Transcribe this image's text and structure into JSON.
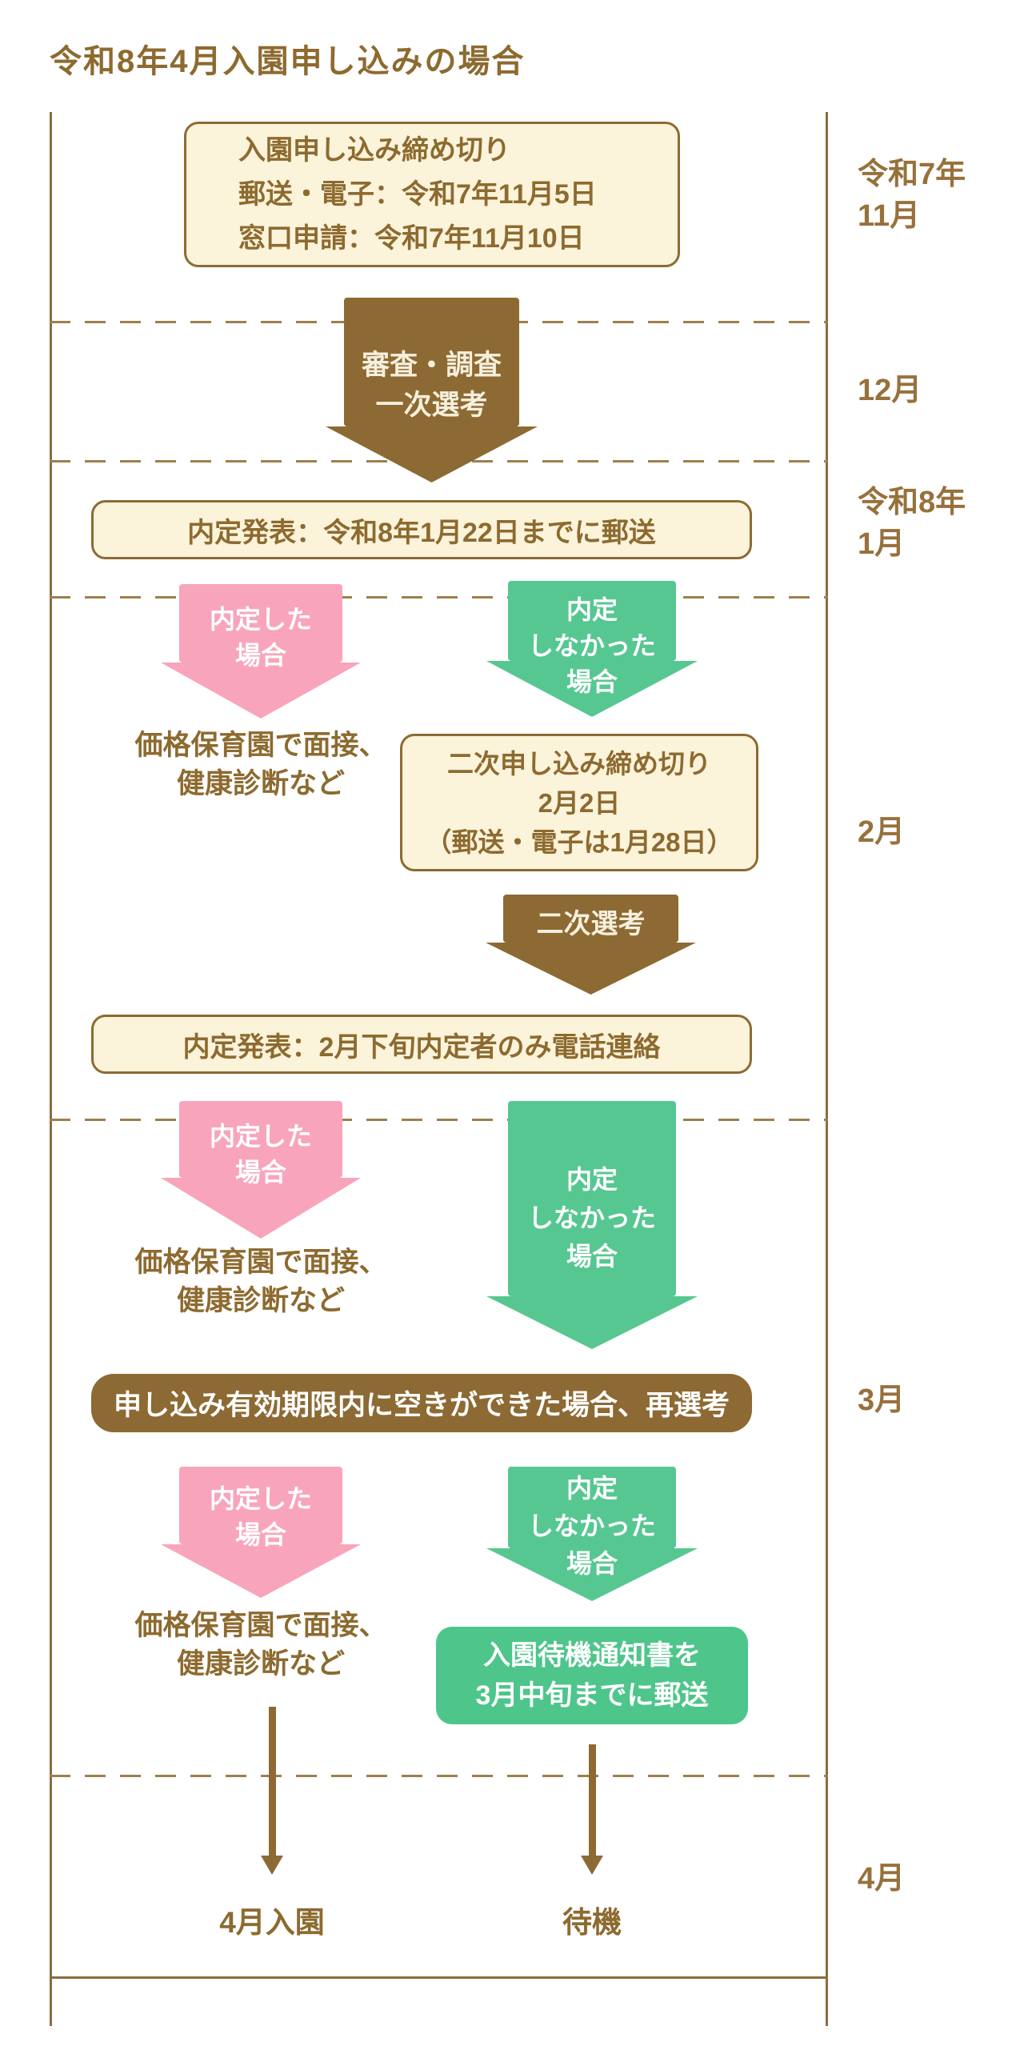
{
  "title": "令和8年4月入園申し込みの場合",
  "timeline": {
    "months": [
      {
        "lines": [
          "令和7年",
          "11月"
        ]
      },
      {
        "lines": [
          "12月"
        ]
      },
      {
        "lines": [
          "令和8年",
          "1月"
        ]
      },
      {
        "lines": [
          "2月"
        ]
      },
      {
        "lines": [
          "3月"
        ]
      },
      {
        "lines": [
          "4月"
        ]
      }
    ]
  },
  "flow": {
    "application_deadline_box": {
      "lines": [
        "入園申し込み締め切り",
        "郵送・電子：令和7年11月5日",
        "窓口申請：令和7年11月10日"
      ]
    },
    "first_screening_arrow": {
      "lines": [
        "審査・調査",
        "一次選考"
      ]
    },
    "first_result_box": {
      "text": "内定発表：令和8年1月22日までに郵送"
    },
    "accepted_arrow": {
      "lines": [
        "内定した",
        "場合"
      ]
    },
    "not_accepted_arrow": {
      "lines": [
        "内定",
        "しなかった",
        "場合"
      ]
    },
    "interview_note": {
      "lines": [
        "価格保育園で面接、",
        "健康診断など"
      ]
    },
    "second_deadline_box": {
      "lines": [
        "二次申し込み締め切り",
        "2月2日",
        "（郵送・電子は1月28日）"
      ]
    },
    "second_screening_arrow": {
      "lines": [
        "二次選考"
      ]
    },
    "second_result_box": {
      "text": "内定発表：2月下旬内定者のみ電話連絡"
    },
    "reselection_box": {
      "text": "申し込み有効期限内に空きができた場合、再選考"
    },
    "waiting_notice_box": {
      "lines": [
        "入園待機通知書を",
        "3月中旬までに郵送"
      ]
    },
    "outcome_entry": {
      "text": "4月入園"
    },
    "outcome_waiting": {
      "text": "待機"
    }
  },
  "colors": {
    "brown_fill": "#8d6a33",
    "brown_text": "#8d6a2f",
    "cream_fill": "#fbf3da",
    "pink_fill": "#f8a5bc",
    "green_fill": "#57c792",
    "green_box_fill": "#4ec58b",
    "dashed_line": "#9d7f4d",
    "white_text": "#ffffff"
  }
}
